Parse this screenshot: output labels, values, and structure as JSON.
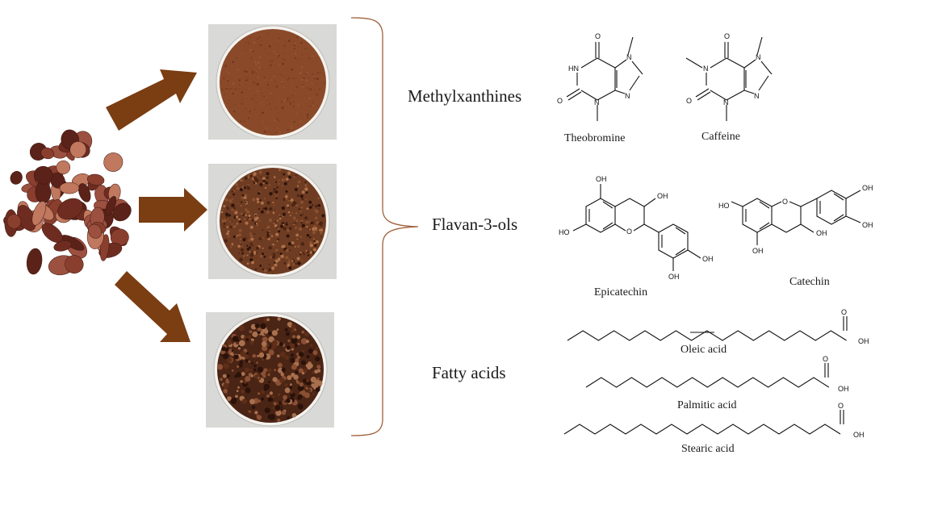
{
  "colors": {
    "arrow": "#7b3d12",
    "bracket": "#a0613a",
    "shells_dark": "#5a2218",
    "shells_mid": "#8a3f2e",
    "shells_light": "#c0785e",
    "powder_fine": "#8a4a2a",
    "powder_medium": "#6e3c22",
    "powder_coarse": "#4a2414"
  },
  "source": {
    "name": "cocoa-bean-shells"
  },
  "samples": [
    {
      "name": "fine-powder"
    },
    {
      "name": "medium-granules"
    },
    {
      "name": "coarse-fragments"
    }
  ],
  "categories": {
    "methylxanthines": {
      "label": "Methylxanthines",
      "compounds": [
        {
          "name": "Theobromine"
        },
        {
          "name": "Caffeine"
        }
      ]
    },
    "flavanols": {
      "label": "Flavan-3-ols",
      "compounds": [
        {
          "name": "Epicatechin"
        },
        {
          "name": "Catechin"
        }
      ]
    },
    "fatty_acids": {
      "label": "Fatty acids",
      "compounds": [
        {
          "name": "Oleic acid"
        },
        {
          "name": "Palmitic acid"
        },
        {
          "name": "Stearic acid"
        }
      ]
    }
  },
  "atoms": {
    "oxygen": "O",
    "nitrogen": "N",
    "amine": "HN",
    "hydroxyl": "OH",
    "hydroxyl_left": "HO"
  }
}
